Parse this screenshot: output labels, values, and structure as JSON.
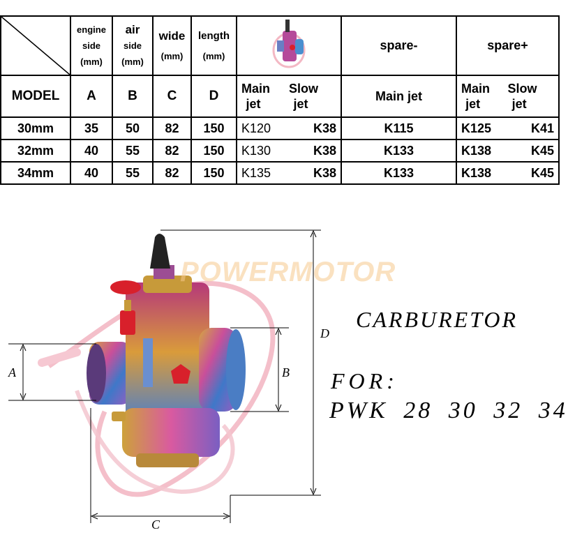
{
  "table": {
    "header_top": [
      {
        "line1": "engine",
        "line2": "side",
        "unit": "(mm)"
      },
      {
        "line1": "air",
        "line2": "side",
        "unit": "(mm)"
      },
      {
        "line1": "wide",
        "line2": "",
        "unit": "(mm)"
      },
      {
        "line1": "length",
        "line2": "",
        "unit": "(mm)"
      }
    ],
    "spare_minus": "spare-",
    "spare_plus": "spare+",
    "labels": {
      "model": "MODEL",
      "a": "A",
      "b": "B",
      "c": "C",
      "d": "D",
      "main_jet_1": "Main",
      "main_jet_2": "jet",
      "slow_jet_1": "Slow",
      "slow_jet_2": "jet",
      "spare_minus_main": "Main jet"
    },
    "rows": [
      {
        "model": "30mm",
        "a": "35",
        "b": "50",
        "c": "82",
        "d": "150",
        "main": "K120",
        "slow": "K38",
        "sm_main": "K115",
        "sp_main": "K125",
        "sp_slow": "K41"
      },
      {
        "model": "32mm",
        "a": "40",
        "b": "55",
        "c": "82",
        "d": "150",
        "main": "K130",
        "slow": "K38",
        "sm_main": "K133",
        "sp_main": "K138",
        "sp_slow": "K45"
      },
      {
        "model": "34mm",
        "a": "40",
        "b": "55",
        "c": "82",
        "d": "150",
        "main": "K135",
        "slow": "K38",
        "sm_main": "K133",
        "sp_main": "K138",
        "sp_slow": "K45"
      }
    ]
  },
  "figure": {
    "watermark": "POWERMOTOR",
    "title": "CARBURETOR",
    "for_label": "FOR:",
    "pwk_line": "PWK 28  30  32  34",
    "dim_a": "A",
    "dim_b": "B",
    "dim_c": "C",
    "dim_d": "D"
  },
  "colors": {
    "line": "#000000",
    "tube": "#f3b8c4",
    "cap_red": "#d8202b",
    "metal_gold": "#c9a23a",
    "metal_blue": "#3f6fb8"
  }
}
